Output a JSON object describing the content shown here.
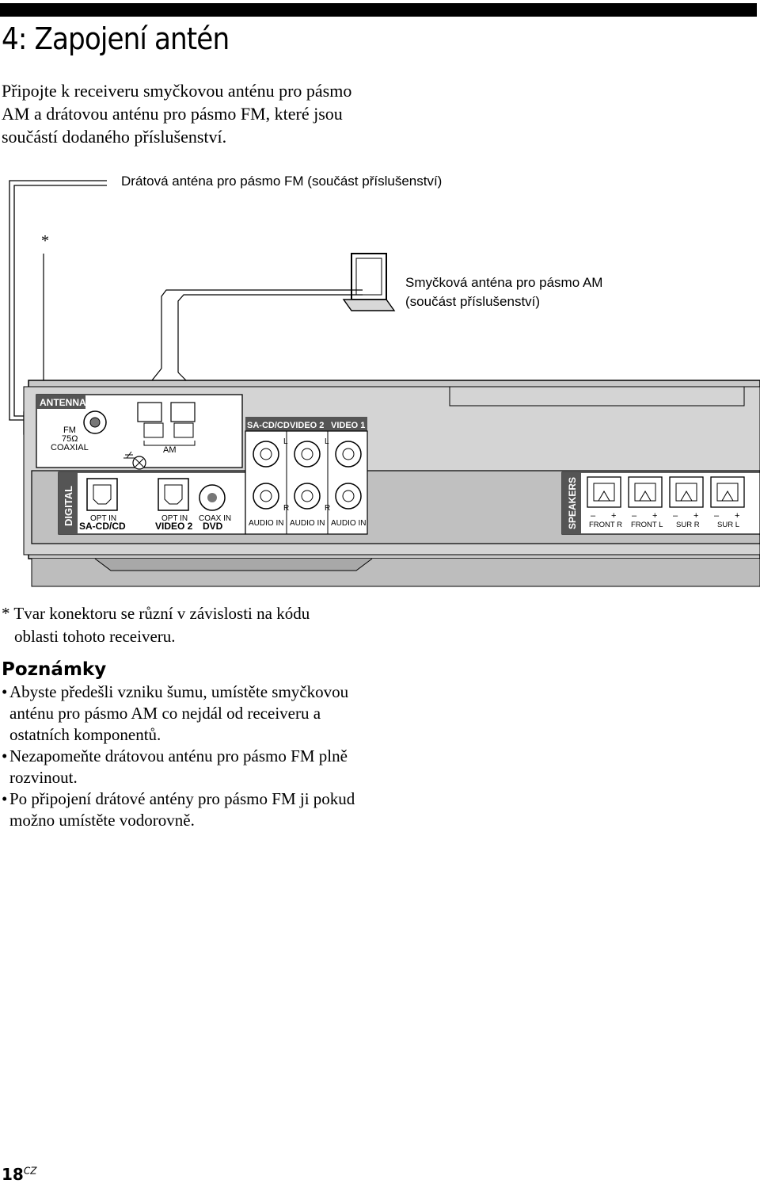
{
  "page": {
    "title": "4: Zapojení antén",
    "intro": "Připojte k receiveru smyčkovou anténu pro pásmo AM a drátovou anténu pro pásmo FM, které jsou součástí dodaného příslušenství.",
    "page_number": "18",
    "page_lang": "CZ"
  },
  "diagram": {
    "fm_antenna_label": "Drátová anténa pro pásmo FM (součást příslušenství)",
    "asterisk": "*",
    "am_antenna_label_line1": "Smyčková anténa pro pásmo AM",
    "am_antenna_label_line2": "(součást příslušenství)",
    "panel": {
      "antenna_header": "ANTENNA",
      "fm_line1": "FM",
      "fm_line2": "75Ω",
      "fm_line3": "COAXIAL",
      "am_label": "AM",
      "digital_label": "DIGITAL",
      "opt_in_1": "OPT IN",
      "sa_cd_cd": "SA-CD/CD",
      "opt_in_2": "OPT IN",
      "video2": "VIDEO 2",
      "coax_in": "COAX IN",
      "dvd": "DVD",
      "audio_headers": [
        "SA-CD/CD",
        "VIDEO 2",
        "VIDEO 1"
      ],
      "channel_l": "L",
      "channel_r": "R",
      "audio_in": "AUDIO IN",
      "speakers_label": "SPEAKERS",
      "minus": "–",
      "plus": "+",
      "speaker_labels": [
        "FRONT R",
        "FRONT L",
        "SUR R",
        "SUR L"
      ]
    }
  },
  "footnote": {
    "line1": "* Tvar konektoru se různí v závislosti na kódu",
    "line2": "oblasti tohoto receiveru."
  },
  "notes": {
    "heading": "Poznámky",
    "bullet": "•",
    "items": [
      "Abyste předešli vzniku šumu, umístěte smyčkovou anténu pro pásmo AM co nejdál od receiveru a ostatních komponentů.",
      "Nezapomeňte drátovou anténu pro pásmo FM plně rozvinout.",
      "Po připojení drátové antény pro pásmo FM ji pokud možno umístěte vodorovně."
    ]
  }
}
